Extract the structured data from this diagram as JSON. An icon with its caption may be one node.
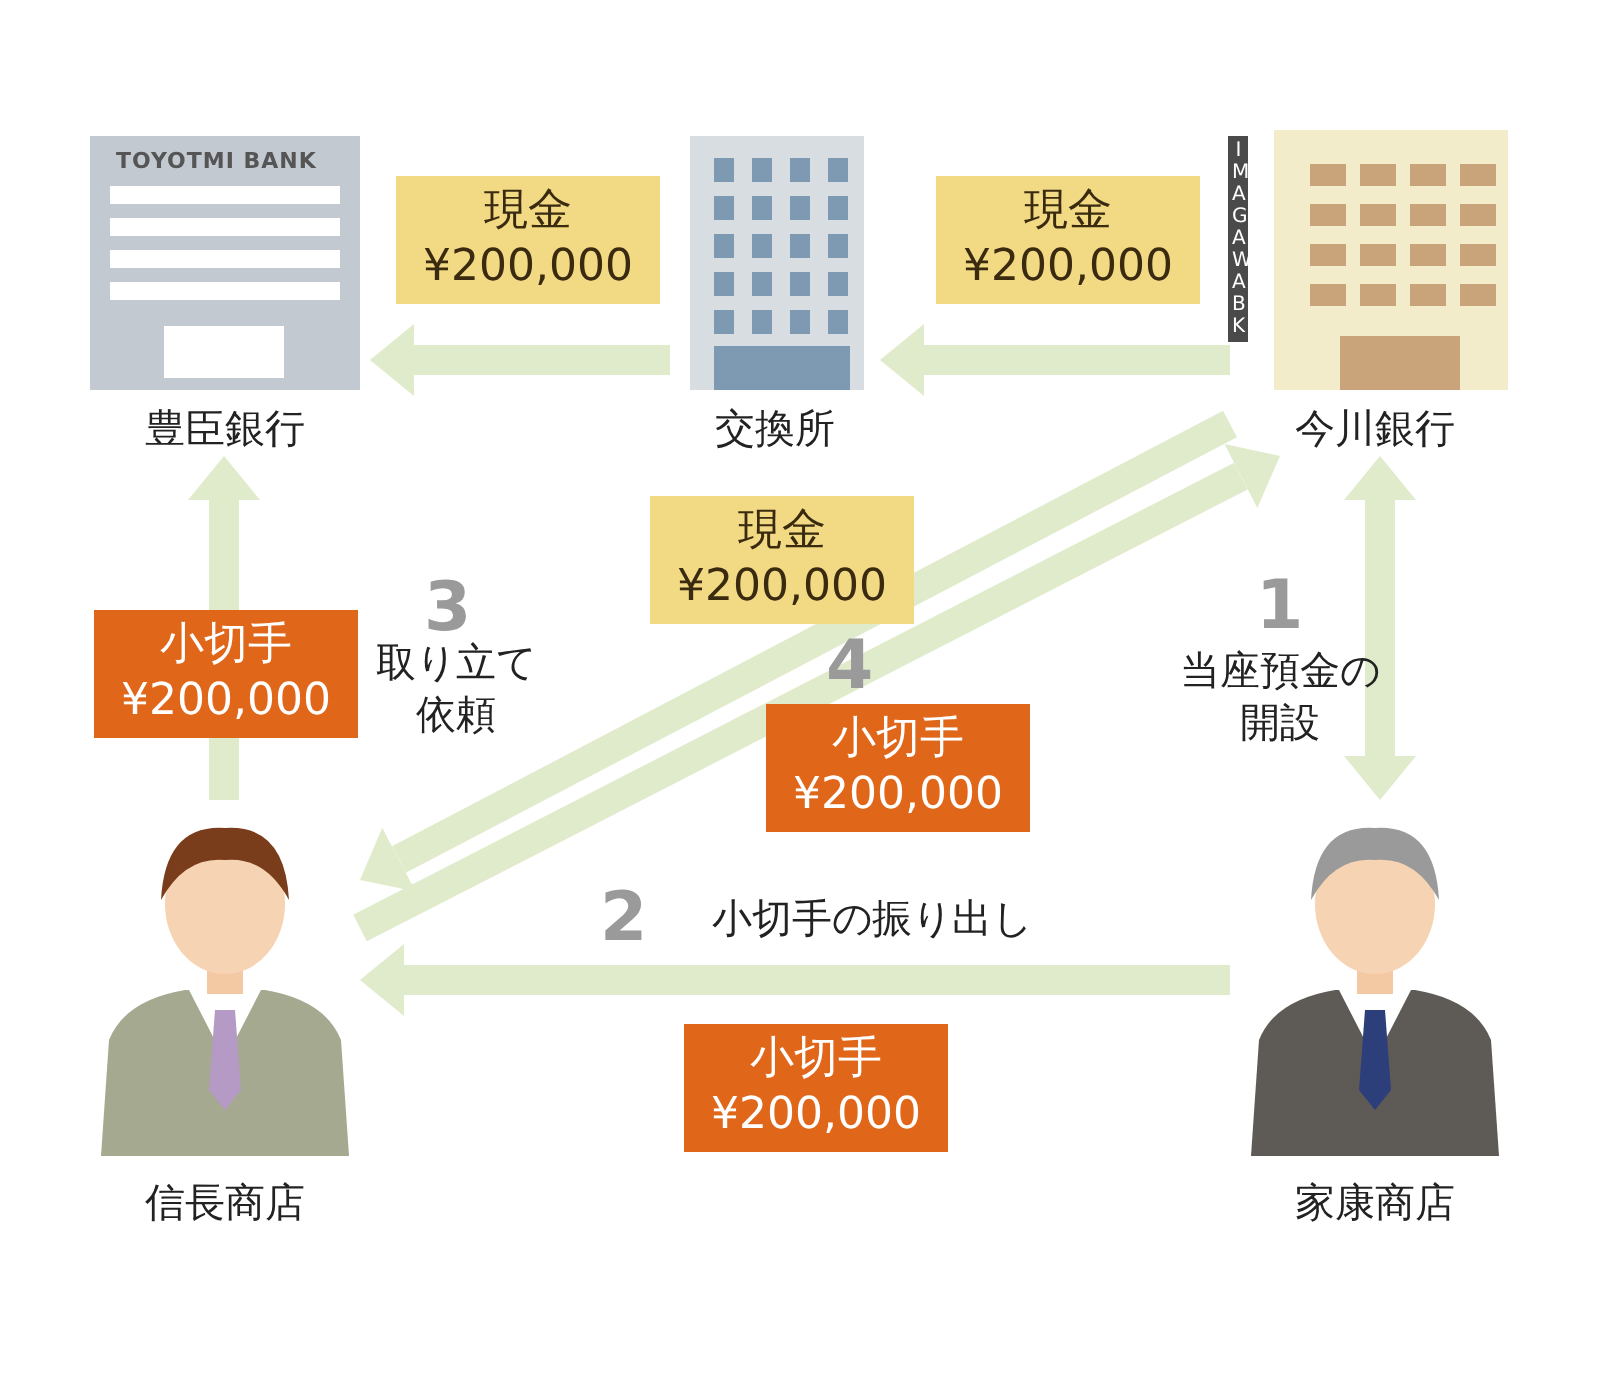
{
  "diagram": {
    "nodes": [
      {
        "text": [
          "豊臣銀行"
        ]
      },
      {
        "text": [
          "交換所"
        ]
      },
      {
        "text": [
          "今川銀行"
        ]
      },
      {
        "text": [
          "信長商店"
        ]
      },
      {
        "text": [
          "家康商店"
        ]
      }
    ],
    "edges": [
      {
        "from": 1,
        "to": 0,
        "arrow": "to",
        "label": "現金 ¥200,000"
      },
      {
        "from": 2,
        "to": 1,
        "arrow": "to",
        "label": "現金 ¥200,000"
      },
      {
        "from": 3,
        "to": 0,
        "arrow": "to",
        "label": "小切手 ¥200,000"
      },
      {
        "from": 2,
        "to": 3,
        "arrow": "to",
        "label": "現金 ¥200,000"
      },
      {
        "from": 3,
        "to": 2,
        "arrow": "to",
        "label": "小切手 ¥200,000"
      },
      {
        "from": 4,
        "to": 3,
        "arrow": "to",
        "label": "小切手 ¥200,000"
      },
      {
        "from": 4,
        "to": 2,
        "arrow": "both"
      }
    ],
    "labels": [
      "TOYOTMI BANK",
      "IMAGAWA BK",
      "3",
      "取り立て依頼",
      "4",
      "1",
      "当座預金の開設",
      "2",
      "小切手の振り出し"
    ]
  }
}
